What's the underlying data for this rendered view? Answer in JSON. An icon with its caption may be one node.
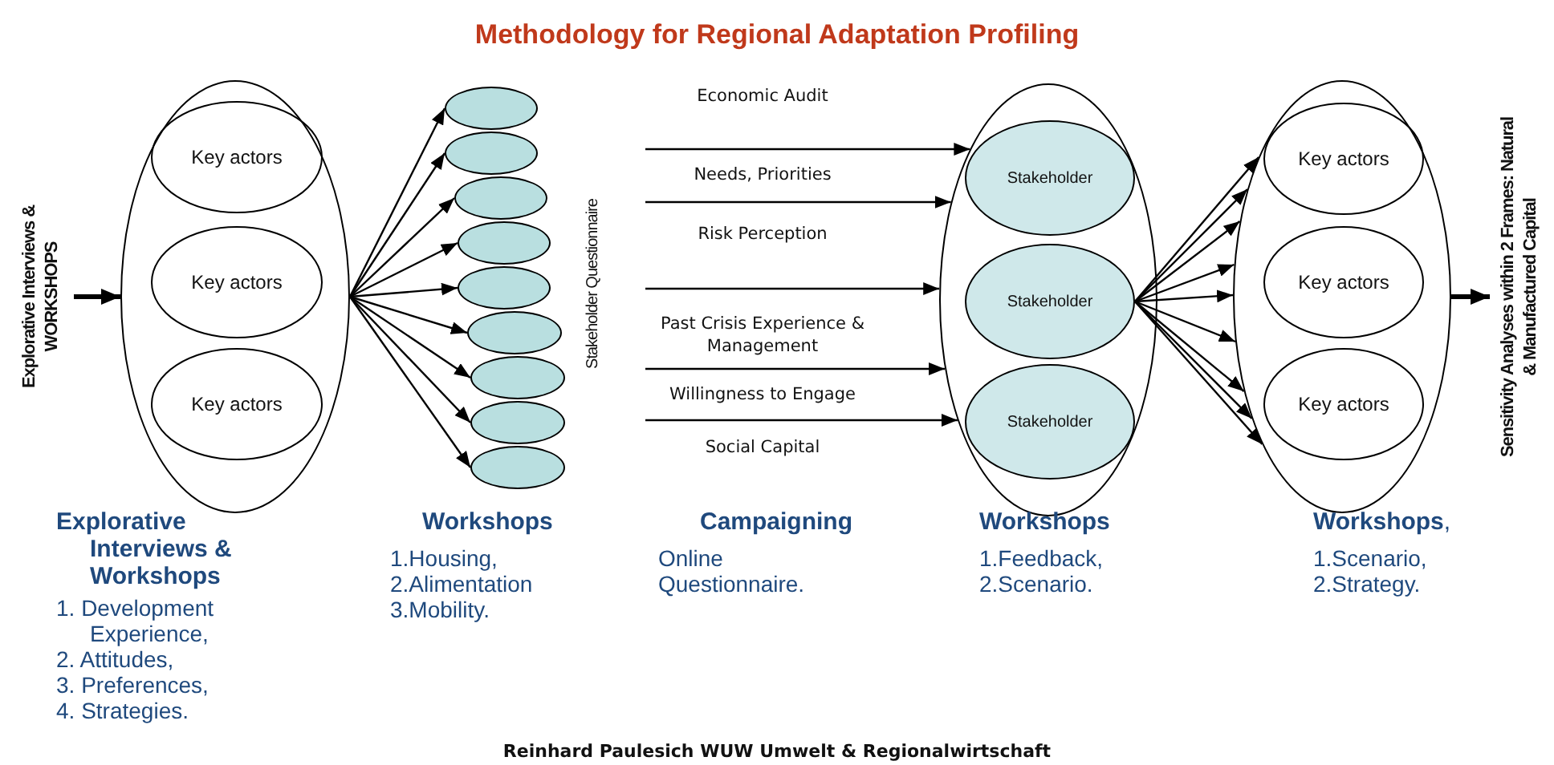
{
  "diagram": {
    "title": "Methodology for Regional Adaptation Profiling",
    "caption": "Reinhard Paulesich WUW Umwelt & Regionalwirtschaft",
    "nodes": [
      {
        "text": [],
        "shape": "ellipse"
      },
      {
        "text": [
          "Key actors"
        ],
        "in": 0
      },
      {
        "text": [
          "Key actors"
        ],
        "in": 0
      },
      {
        "text": [
          "Key actors"
        ],
        "in": 0
      },
      {
        "text": [],
        "shape": "ellipse"
      },
      {
        "text": [],
        "shape": "ellipse"
      },
      {
        "text": [],
        "shape": "ellipse"
      },
      {
        "text": [],
        "shape": "ellipse"
      },
      {
        "text": [],
        "shape": "ellipse"
      },
      {
        "text": [],
        "shape": "ellipse"
      },
      {
        "text": [],
        "shape": "ellipse"
      },
      {
        "text": [],
        "shape": "ellipse"
      },
      {
        "text": [],
        "shape": "ellipse"
      },
      {
        "text": [],
        "shape": "ellipse"
      },
      {
        "text": [
          "Stakeholder"
        ],
        "in": 13
      },
      {
        "text": [
          "Stakeholder"
        ],
        "in": 13
      },
      {
        "text": [
          "Stakeholder"
        ],
        "in": 13
      },
      {
        "text": [],
        "shape": "ellipse"
      },
      {
        "text": [
          "Key actors"
        ],
        "in": 17
      },
      {
        "text": [
          "Key actors"
        ],
        "in": 17
      },
      {
        "text": [
          "Key actors"
        ],
        "in": 17
      },
      {
        "text": [
          "Explorative Interviews & WORKSHOPS"
        ]
      },
      {
        "text": [
          "Sensitivity Analyses within 2 Frames: Natural & Manufactured Capital"
        ]
      }
    ],
    "edges": [
      {
        "from": 21,
        "to": 0,
        "arrow": "to",
        "style": "thick"
      },
      {
        "from": 0,
        "to": 4,
        "arrow": "to"
      },
      {
        "from": 0,
        "to": 5,
        "arrow": "to"
      },
      {
        "from": 0,
        "to": 6,
        "arrow": "to"
      },
      {
        "from": 0,
        "to": 7,
        "arrow": "to"
      },
      {
        "from": 0,
        "to": 8,
        "arrow": "to"
      },
      {
        "from": 0,
        "to": 9,
        "arrow": "to"
      },
      {
        "from": 0,
        "to": 10,
        "arrow": "to"
      },
      {
        "from": 0,
        "to": 11,
        "arrow": "to"
      },
      {
        "from": 0,
        "to": 12,
        "arrow": "to"
      },
      {
        "from": null,
        "to": 13,
        "arrow": "to"
      },
      {
        "from": null,
        "to": 13,
        "arrow": "to"
      },
      {
        "from": null,
        "to": 13,
        "arrow": "to"
      },
      {
        "from": null,
        "to": 13,
        "arrow": "to"
      },
      {
        "from": null,
        "to": 13,
        "arrow": "to"
      },
      {
        "from": 15,
        "to": 17,
        "arrow": "to"
      },
      {
        "from": 15,
        "to": 17,
        "arrow": "to"
      },
      {
        "from": 15,
        "to": 17,
        "arrow": "to"
      },
      {
        "from": 15,
        "to": 17,
        "arrow": "to"
      },
      {
        "from": 15,
        "to": 17,
        "arrow": "to"
      },
      {
        "from": 15,
        "to": 17,
        "arrow": "to"
      },
      {
        "from": 15,
        "to": 17,
        "arrow": "to"
      },
      {
        "from": 15,
        "to": 17,
        "arrow": "to"
      },
      {
        "from": 15,
        "to": 17,
        "arrow": "to"
      },
      {
        "from": 17,
        "to": 22,
        "arrow": "to",
        "style": "thick"
      }
    ],
    "labels": [
      "Economic Audit",
      "Needs, Priorities",
      "Risk Perception",
      "Past Crisis Experience & Management",
      "Willingness to Engage",
      "Social Capital",
      "Stakeholder Questionnaire",
      "Explorative Interviews & Workshops",
      "1. Development Experience,",
      "2. Attitudes,",
      "3. Preferences,",
      "4. Strategies.",
      "Workshops",
      "1.Housing,",
      "2.Alimentation",
      "3.Mobility.",
      "Campaigning",
      "Online Questionnaire.",
      "Workshops",
      "1.Feedback,",
      "2.Scenario.",
      "**Workshops**,",
      "1.Scenario,",
      "2.Strategy."
    ]
  }
}
